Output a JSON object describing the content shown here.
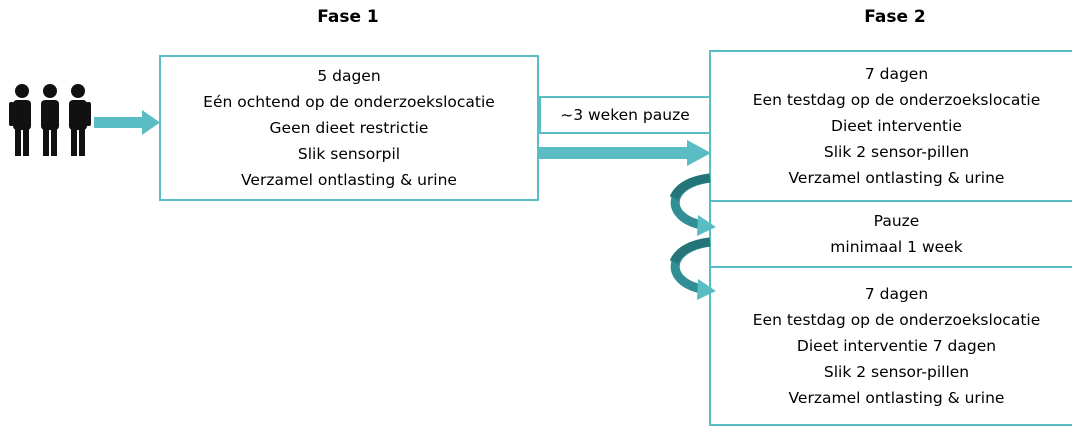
{
  "phase1": {
    "title": "Fase 1",
    "lines": [
      "5 dagen",
      "Eén ochtend op de onderzoekslocatie",
      "Geen dieet restrictie",
      "Slik sensorpil",
      "Verzamel ontlasting & urine"
    ]
  },
  "phase2": {
    "title": "Fase 2",
    "block1": [
      "7 dagen",
      "Een testdag op de onderzoekslocatie",
      "Dieet interventie",
      "Slik 2 sensor-pillen",
      "Verzamel ontlasting & urine"
    ],
    "pause": [
      "Pauze",
      "minimaal 1 week"
    ],
    "block2": [
      "7 dagen",
      "Een testdag op de onderzoekslocatie",
      "Dieet interventie 7 dagen",
      "Slik 2 sensor-pillen",
      "Verzamel ontlasting & urine"
    ]
  },
  "transition": {
    "label": "~3 weken pauze"
  },
  "icons": {
    "participants": "people-group-icon",
    "arrow_color": "#5bbdc4",
    "curve_dark": "#2f8f95",
    "curve_light": "#5bbdc4"
  }
}
